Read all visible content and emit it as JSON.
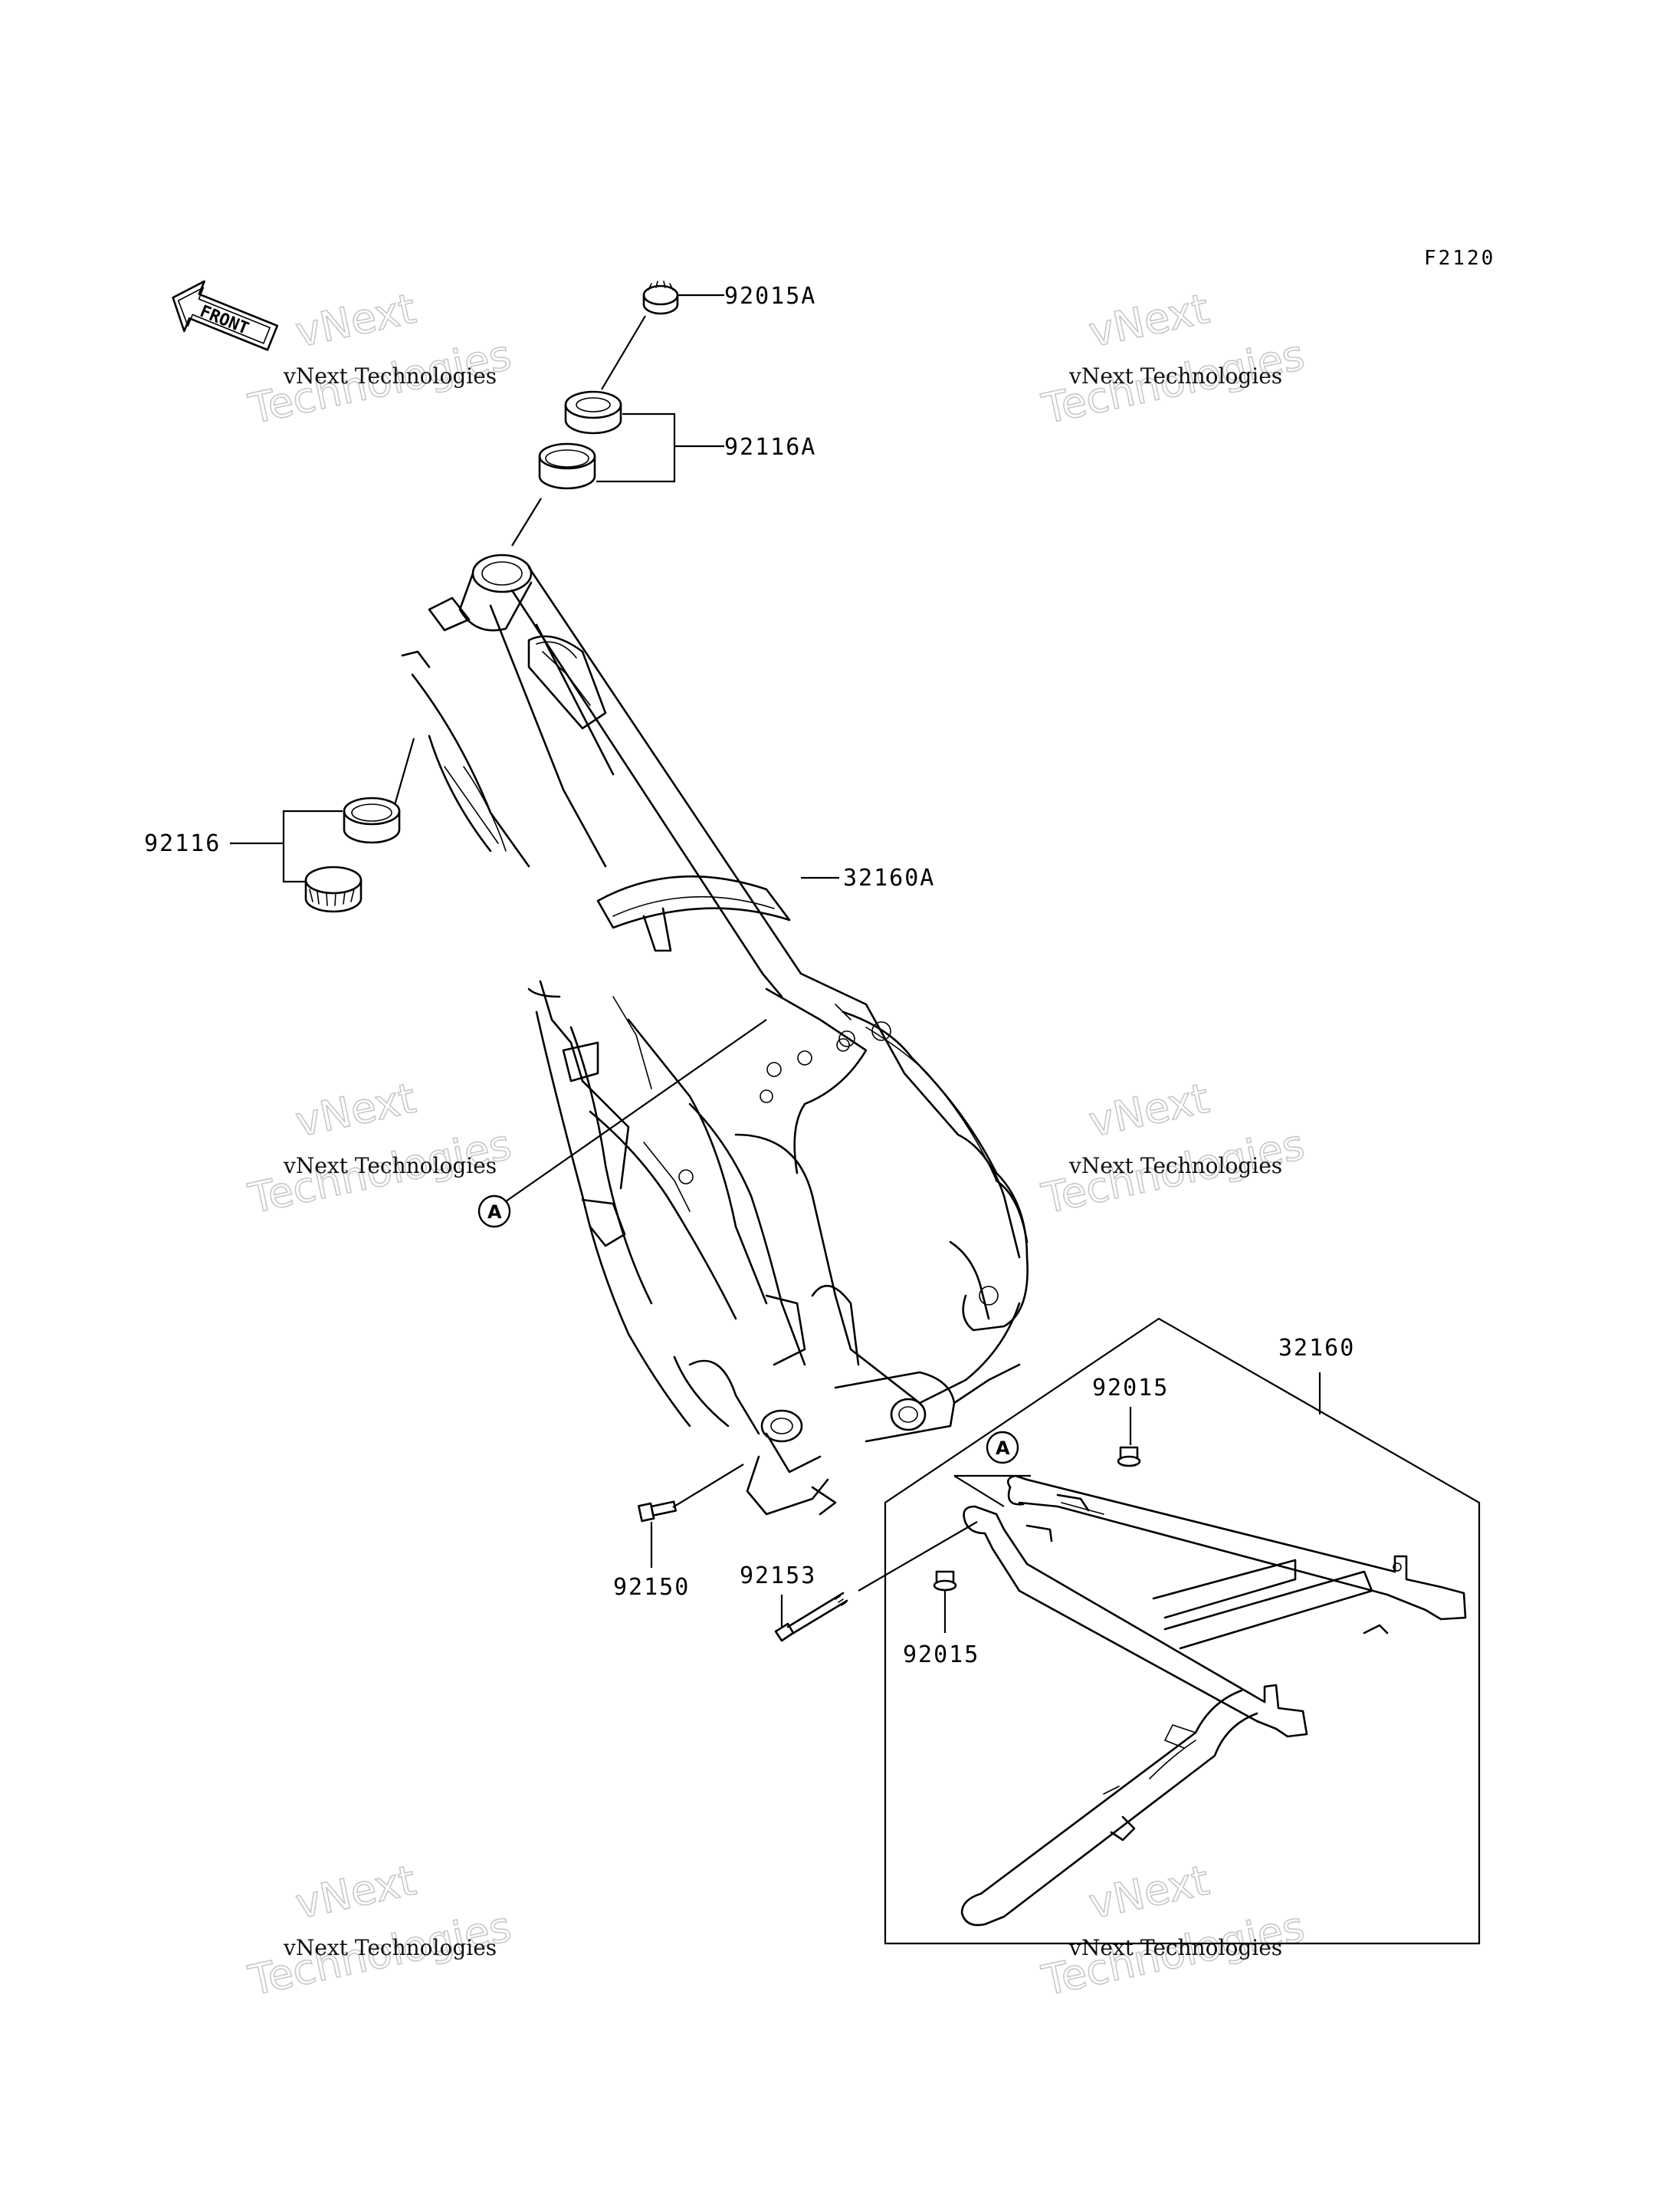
{
  "diagram": {
    "figure_ref": "F2120",
    "front_label": "FRONT",
    "parts": [
      {
        "id": "p92015A",
        "label": "92015A"
      },
      {
        "id": "p92116A",
        "label": "92116A"
      },
      {
        "id": "p92116",
        "label": "92116"
      },
      {
        "id": "p32160A",
        "label": "32160A"
      },
      {
        "id": "p32160",
        "label": "32160"
      },
      {
        "id": "p92015-top",
        "label": "92015"
      },
      {
        "id": "p92153",
        "label": "92153"
      },
      {
        "id": "p92150",
        "label": "92150"
      },
      {
        "id": "p92015-bottom",
        "label": "92015"
      }
    ],
    "ref_marker": "A",
    "watermark": {
      "line_small": "vNext Technologies",
      "line_big_1": "vNext",
      "line_big_2": "Technologies"
    }
  }
}
